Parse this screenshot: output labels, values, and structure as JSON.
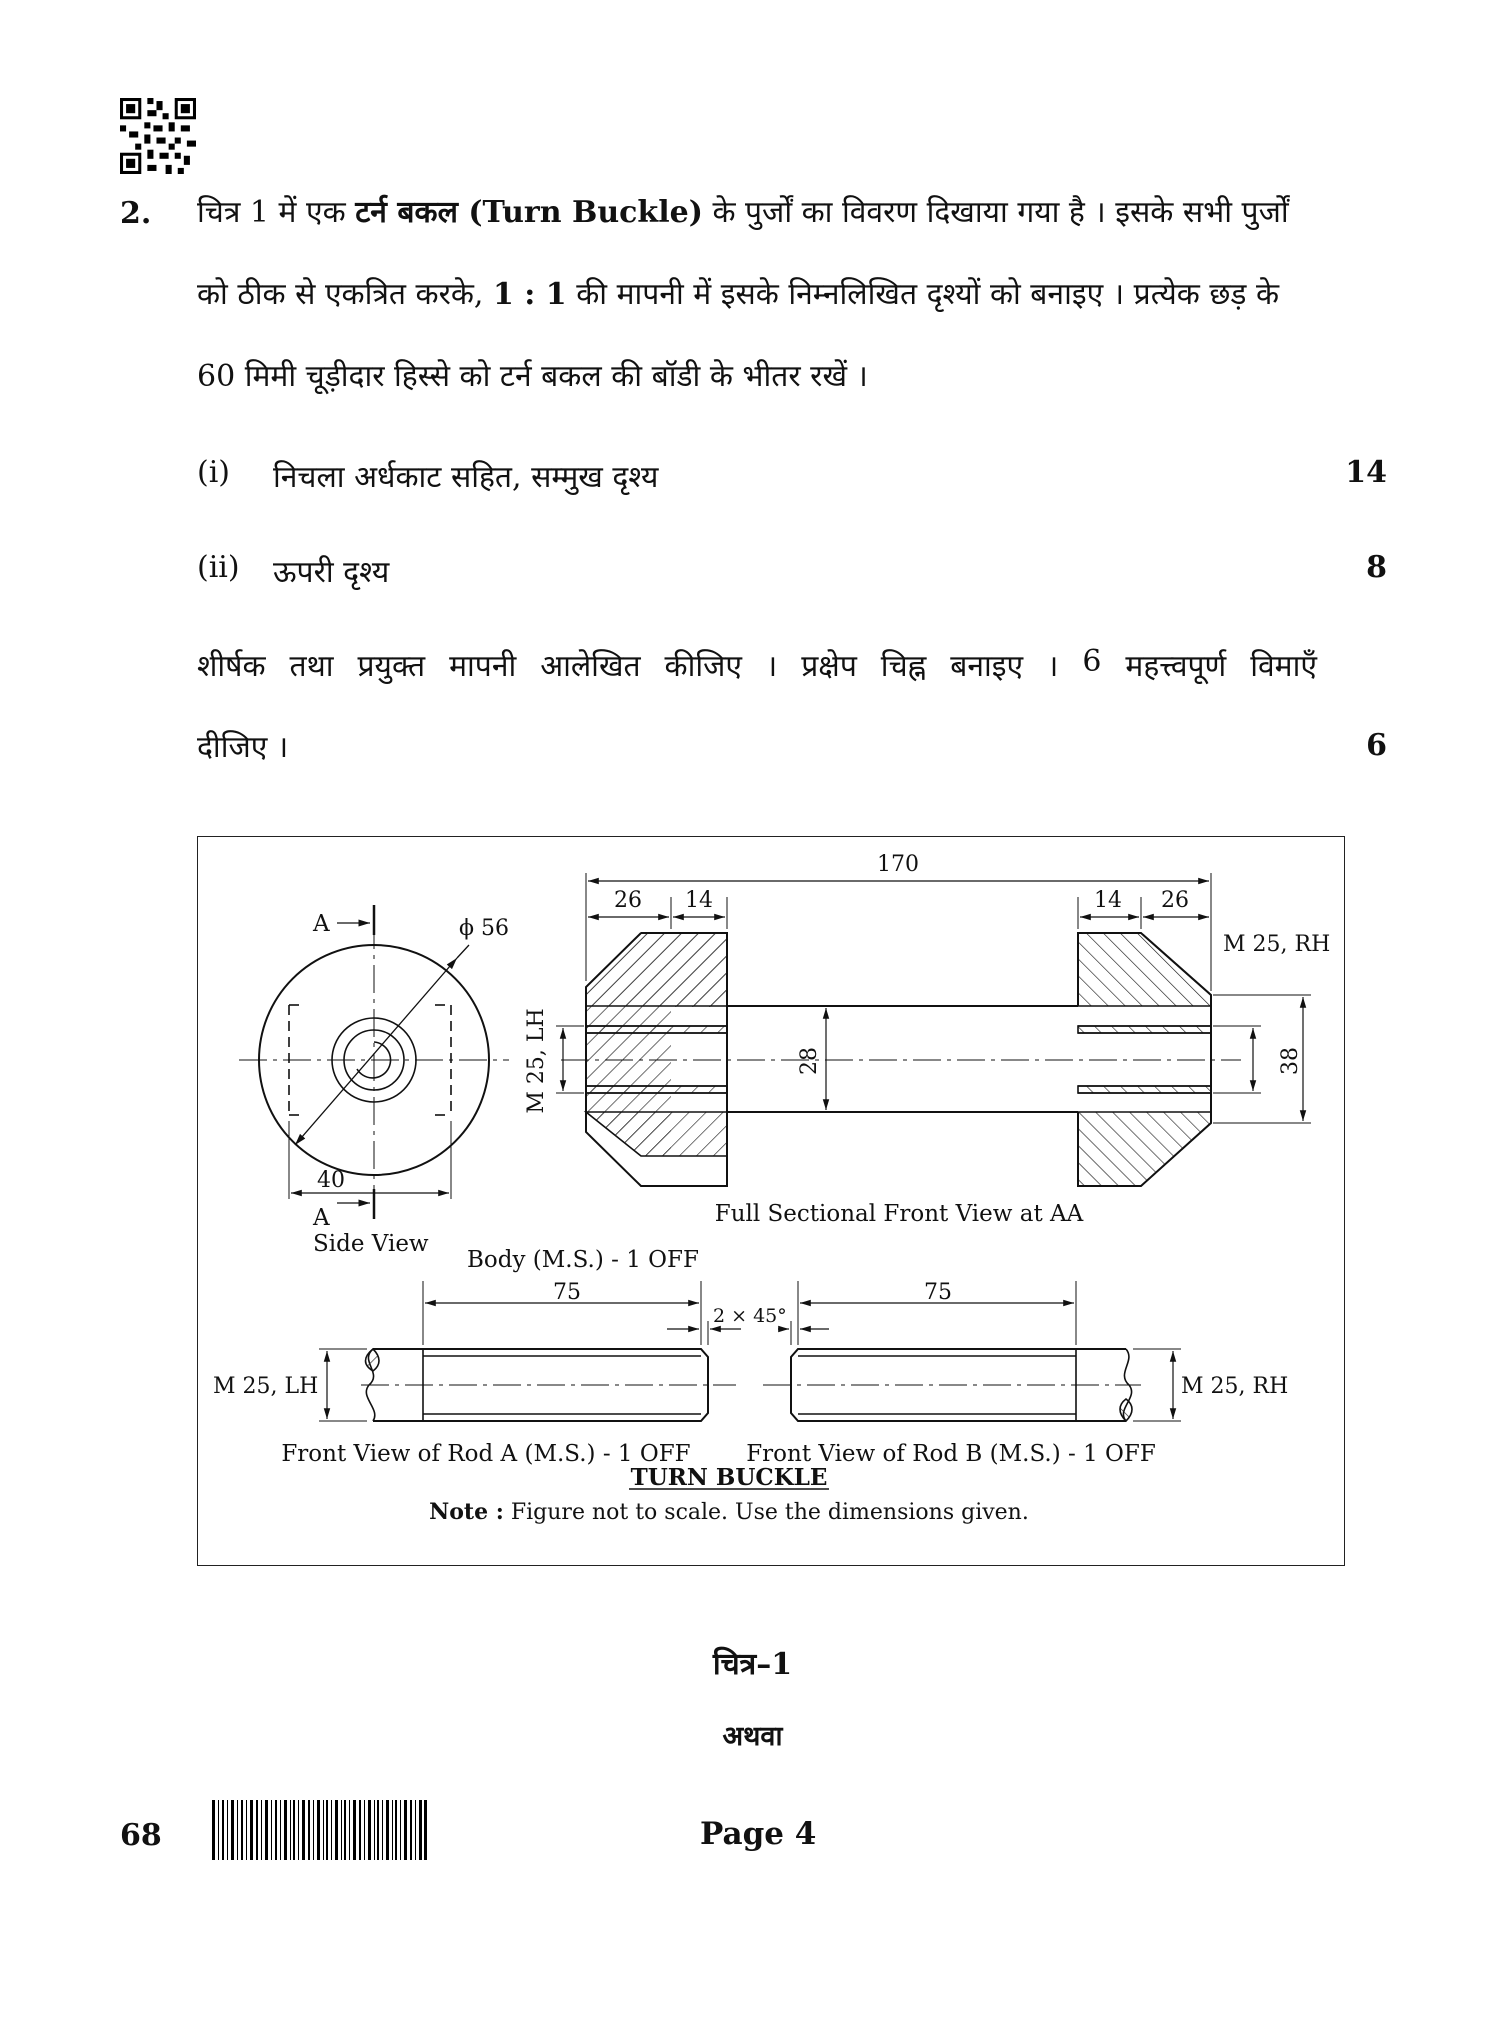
{
  "question": {
    "number": "2.",
    "intro_lines": [
      [
        "चित्र 1 में एक ",
        "टर्न बकल (Turn Buckle)",
        " के पुर्जों का विवरण दिखाया गया है । इसके सभी पुर्जों"
      ],
      [
        "को ठीक से एकत्रित करके, ",
        "1 : 1",
        " की मापनी में इसके निम्नलिखित दृश्यों को बनाइए । प्रत्येक छड़ के"
      ],
      [
        "60 मिमी चूड़ीदार हिस्से को टर्न बकल की बॉडी के भीतर रखें ।",
        "",
        ""
      ]
    ],
    "parts": [
      {
        "num": "(i)",
        "text": "निचला अर्धकाट सहित, सम्मुख दृश्य",
        "marks": "14"
      },
      {
        "num": "(ii)",
        "text": "ऊपरी दृश्य",
        "marks": "8"
      }
    ],
    "instruction_words": [
      "शीर्षक",
      "तथा",
      "प्रयुक्त",
      "मापनी",
      "आलेखित",
      "कीजिए",
      "।",
      "प्रक्षेप",
      "चिह्न",
      "बनाइए",
      "।",
      "6",
      "महत्त्वपूर्ण",
      "विमाएँ"
    ],
    "instruction_last": "दीजिए ।",
    "instruction_marks": "6"
  },
  "figure": {
    "dims": {
      "overall": "170",
      "left_26": "26",
      "left_14": "14",
      "right_14": "14",
      "right_26": "26",
      "phi56": "ϕ 56",
      "d28": "28",
      "d38": "38",
      "m25lh_vert": "M 25, LH",
      "m25rh_top": "M 25, RH",
      "d40": "40",
      "rodA_75": "75",
      "chamfer": "2 × 45°",
      "rodB_75": "75",
      "rodA_thread": "M 25, LH",
      "rodB_thread": "M 25, RH"
    },
    "labels": {
      "section_a_top": "A",
      "section_a_bottom": "A",
      "side_view": "Side View",
      "front_view": "Full Sectional Front View at AA",
      "body": "Body (M.S.) - 1 OFF",
      "rod_a": "Front View of Rod A (M.S.) - 1 OFF",
      "rod_b": "Front View of Rod B (M.S.) - 1 OFF",
      "title": "TURN BUCKLE",
      "note_bold": "Note :",
      "note_text": " Figure not to scale. Use the dimensions given."
    }
  },
  "caption": "चित्र–1",
  "or_text": "अथवा",
  "footer": {
    "code": "68",
    "page": "Page 4"
  }
}
